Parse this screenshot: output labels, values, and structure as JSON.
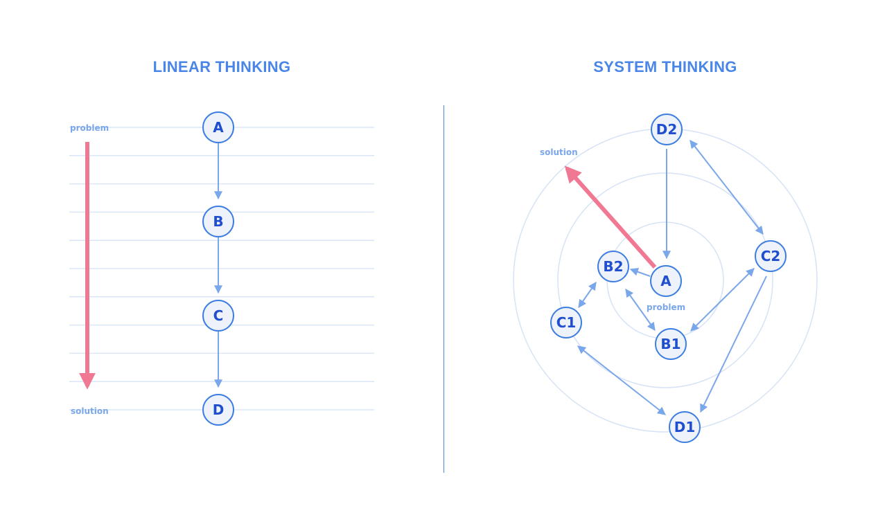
{
  "colors": {
    "title": "#4a86e8",
    "node_stroke": "#3d7ee0",
    "node_fill": "#eef3fb",
    "node_text": "#1f4fcf",
    "arrow": "#7aa6ea",
    "red_arrow": "#f07893",
    "guide_line": "#d9e6f8",
    "ring": "#d6e3f6",
    "divider": "#4a86e8",
    "label": "#7aa6ea"
  },
  "linear": {
    "title": "LINEAR THINKING",
    "problem_label": "problem",
    "solution_label": "solution",
    "nodes": [
      "A",
      "B",
      "C",
      "D"
    ]
  },
  "system": {
    "title": "SYSTEM THINKING",
    "problem_label": "problem",
    "solution_label": "solution",
    "nodes": [
      "A",
      "B1",
      "B2",
      "C1",
      "C2",
      "D1",
      "D2"
    ],
    "edges": [
      {
        "from": "D2",
        "to": "A",
        "type": "one-way"
      },
      {
        "from": "A",
        "to": "B2",
        "type": "one-way"
      },
      {
        "from": "A",
        "to": "B1",
        "type": "two-way"
      },
      {
        "from": "B2",
        "to": "C1",
        "type": "two-way"
      },
      {
        "from": "B1",
        "to": "C2",
        "type": "two-way"
      },
      {
        "from": "C1",
        "to": "D1",
        "type": "two-way"
      },
      {
        "from": "C2",
        "to": "D1",
        "type": "one-way"
      },
      {
        "from": "D2",
        "to": "C2",
        "type": "two-way"
      }
    ]
  }
}
